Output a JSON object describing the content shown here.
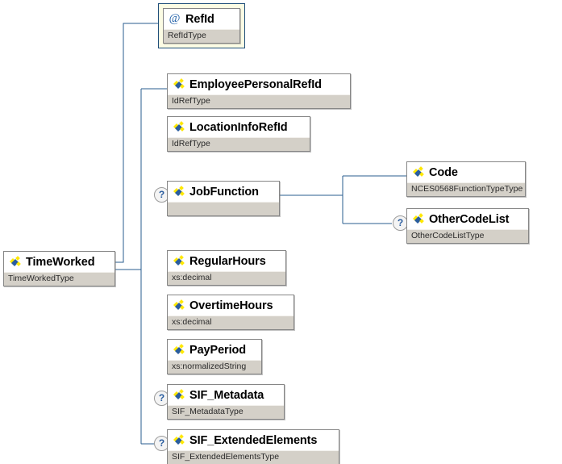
{
  "diagram": {
    "title": "TimeWorked",
    "kind": "xsd-schema-diagram",
    "colors": {
      "line": "#2a5d8f",
      "box_border": "#868686",
      "type_row": "#d4d0c8",
      "highlight_border": "#1f4e79",
      "highlight_fill": "#fcfce4",
      "icon_blue": "#2a5d9f",
      "icon_yellow": "#ffe800",
      "at_symbol": "#1f5fa8",
      "optional_marker": "#2a5d9f",
      "background": "#ffffff"
    },
    "icon_names": {
      "element": "element-icon",
      "attribute": "at-icon",
      "optional": "optional-question-icon"
    }
  },
  "root": {
    "name": "TimeWorked",
    "type": "TimeWorkedType",
    "icon": "element-icon",
    "optional": false
  },
  "children": [
    {
      "name": "RefId",
      "type": "RefIdType",
      "icon": "at-icon",
      "optional": false,
      "highlighted": true,
      "kind": "attribute"
    },
    {
      "name": "EmployeePersonalRefId",
      "type": "IdRefType",
      "icon": "element-icon",
      "optional": false,
      "highlighted": false,
      "kind": "element"
    },
    {
      "name": "LocationInfoRefId",
      "type": "IdRefType",
      "icon": "element-icon",
      "optional": false,
      "highlighted": false,
      "kind": "element"
    },
    {
      "name": "JobFunction",
      "type": "",
      "icon": "element-icon",
      "optional": true,
      "highlighted": false,
      "kind": "element"
    },
    {
      "name": "RegularHours",
      "type": "xs:decimal",
      "icon": "element-icon",
      "optional": false,
      "highlighted": false,
      "kind": "element"
    },
    {
      "name": "OvertimeHours",
      "type": "xs:decimal",
      "icon": "element-icon",
      "optional": false,
      "highlighted": false,
      "kind": "element"
    },
    {
      "name": "PayPeriod",
      "type": "xs:normalizedString",
      "icon": "element-icon",
      "optional": false,
      "highlighted": false,
      "kind": "element"
    },
    {
      "name": "SIF_Metadata",
      "type": "SIF_MetadataType",
      "icon": "element-icon",
      "optional": true,
      "highlighted": false,
      "kind": "element"
    },
    {
      "name": "SIF_ExtendedElements",
      "type": "SIF_ExtendedElementsType",
      "icon": "element-icon",
      "optional": true,
      "highlighted": false,
      "kind": "element"
    }
  ],
  "grandchildren": [
    {
      "name": "Code",
      "type": "NCES0568FunctionTypeType",
      "icon": "element-icon",
      "optional": false,
      "highlighted": false,
      "kind": "element",
      "parent": "JobFunction"
    },
    {
      "name": "OtherCodeList",
      "type": "OtherCodeListType",
      "icon": "element-icon",
      "optional": true,
      "highlighted": false,
      "kind": "element",
      "parent": "JobFunction"
    }
  ]
}
